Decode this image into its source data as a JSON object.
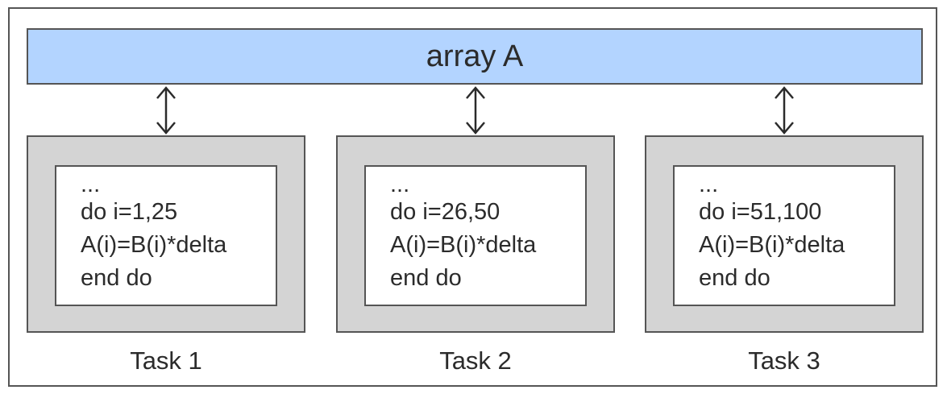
{
  "array": {
    "label": "array A"
  },
  "tasks": [
    {
      "label": "Task 1",
      "code": [
        "...",
        "do i=1,25",
        "A(i)=B(i)*delta",
        "end do"
      ]
    },
    {
      "label": "Task 2",
      "code": [
        "...",
        "do i=26,50",
        "A(i)=B(i)*delta",
        "end do"
      ]
    },
    {
      "label": "Task 3",
      "code": [
        "...",
        "do i=51,100",
        "A(i)=B(i)*delta",
        "end do"
      ]
    }
  ],
  "colors": {
    "array_fill": "#b3d4ff",
    "task_fill": "#d4d4d4",
    "code_fill": "#ffffff",
    "stroke": "#555555"
  }
}
